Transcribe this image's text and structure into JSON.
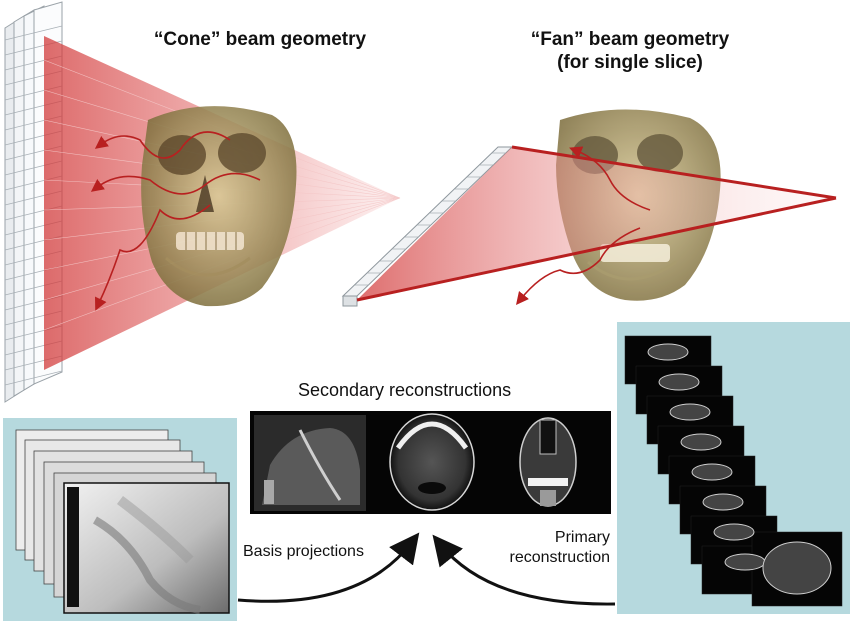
{
  "title_cone": "“Cone” beam geometry",
  "title_fan_line1": "“Fan” beam geometry",
  "title_fan_line2": "(for single slice)",
  "label_secondary": "Secondary reconstructions",
  "label_basis": "Basis projections",
  "label_primary_line1": "Primary",
  "label_primary_line2": "reconstruction",
  "colors": {
    "beam_red": "#c8282a",
    "panel_teal": "#b5d9dd",
    "skull_tone": "#b8a46a"
  }
}
